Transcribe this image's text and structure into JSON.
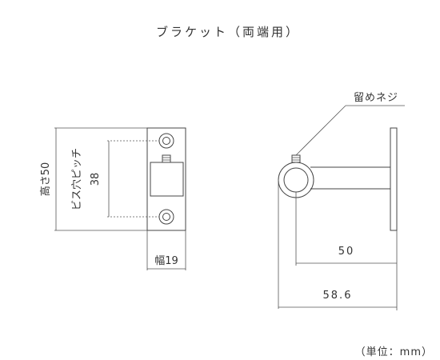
{
  "title": "ブラケット（両端用）",
  "labels": {
    "height": "高さ50",
    "screw_pitch": "ビス穴ピッチ",
    "screw_pitch_value": "38",
    "width": "幅19",
    "set_screw": "留めネジ",
    "dim_arm": "50",
    "dim_total": "58.6",
    "unit": "（単位：mm）"
  }
}
